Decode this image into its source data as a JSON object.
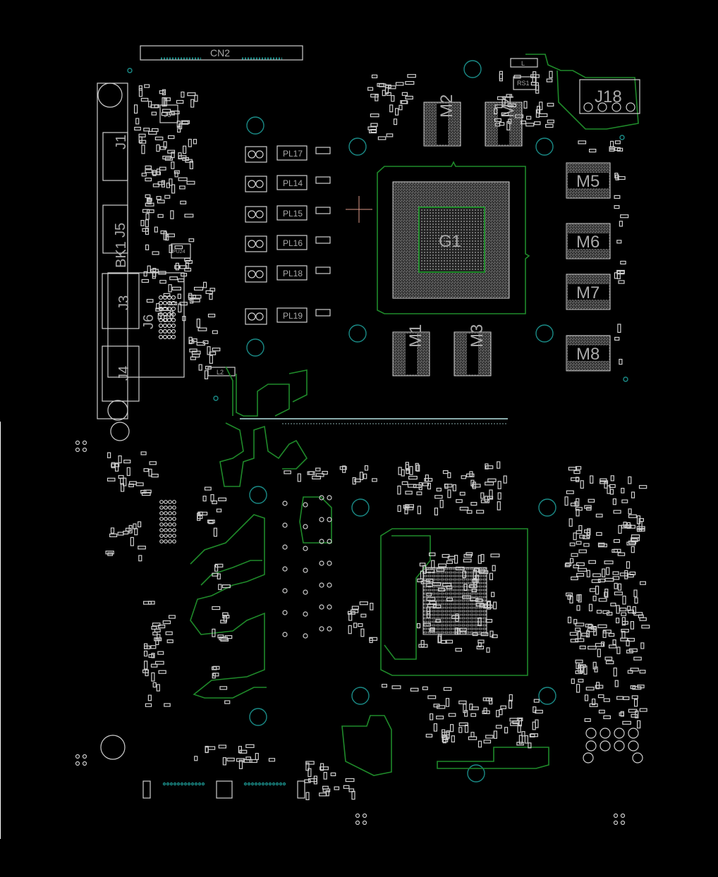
{
  "board": {
    "connectors": {
      "cn2": "CN2",
      "j1": "J1",
      "j5": "J5",
      "bk1": "BK1",
      "j3": "J3",
      "j6": "J6",
      "j4": "J4",
      "j18": "J18",
      "j16": "J6"
    },
    "inductors": [
      "PL17",
      "PL14",
      "PL15",
      "PL16",
      "PL18",
      "PL19"
    ],
    "misc": {
      "pu24": "PU24",
      "l2": "L2",
      "l1": "L",
      "rs1": "RS1"
    },
    "gpu": "G1",
    "memory": [
      "M1",
      "M2",
      "M3",
      "M4",
      "M5",
      "M6",
      "M7",
      "M8"
    ]
  },
  "colors": {
    "background": "#000000",
    "silkscreen": "#cfcfcf",
    "trace": "#1f8a2a",
    "hole": "#1a8a86"
  }
}
